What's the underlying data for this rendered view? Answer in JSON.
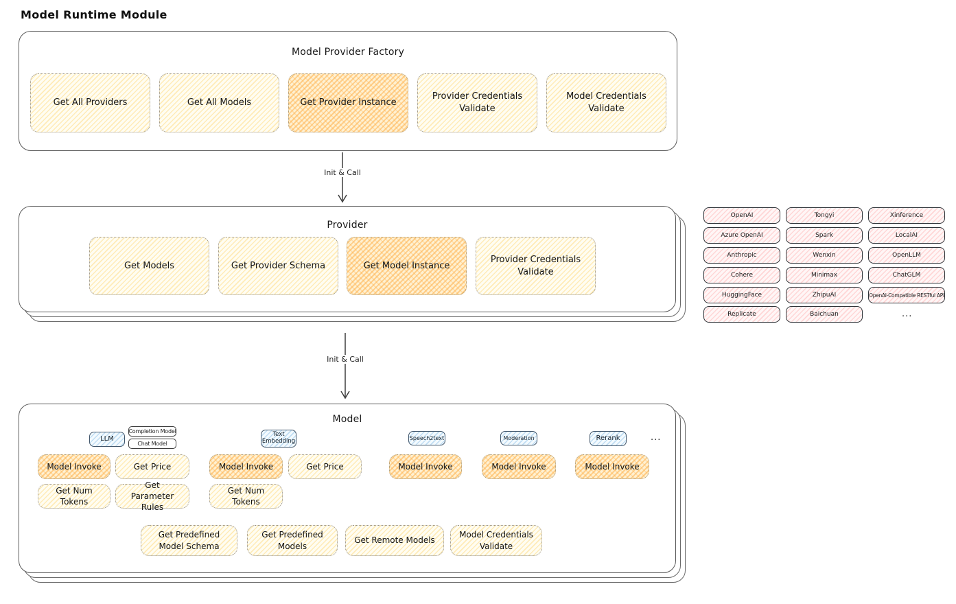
{
  "title": "Model Runtime Module",
  "factory": {
    "title": "Model Provider Factory",
    "buttons": [
      {
        "label": "Get All Providers",
        "highlighted": false
      },
      {
        "label": "Get All Models",
        "highlighted": false
      },
      {
        "label": "Get Provider Instance",
        "highlighted": true
      },
      {
        "label": "Provider Credentials Validate",
        "highlighted": false
      },
      {
        "label": "Model Credentials Validate",
        "highlighted": false
      }
    ]
  },
  "arrows": {
    "init_call_1": "Init & Call",
    "init_call_2": "Init & Call"
  },
  "provider": {
    "title": "Provider",
    "buttons": [
      {
        "label": "Get Models",
        "highlighted": false
      },
      {
        "label": "Get Provider Schema",
        "highlighted": false
      },
      {
        "label": "Get Model Instance",
        "highlighted": true
      },
      {
        "label": "Provider Credentials Validate",
        "highlighted": false
      }
    ]
  },
  "model": {
    "title": "Model",
    "types": [
      {
        "label": "LLM"
      },
      {
        "label": "Completion Model"
      },
      {
        "label": "Chat Model"
      },
      {
        "label": "Text Embedding"
      },
      {
        "label": "Speech2text"
      },
      {
        "label": "Moderation"
      },
      {
        "label": "Rerank"
      },
      {
        "label": "..."
      }
    ],
    "invoke_row": [
      {
        "label": "Model Invoke",
        "highlighted": true
      },
      {
        "label": "Get Price",
        "highlighted": false
      },
      {
        "label": "Model Invoke",
        "highlighted": true
      },
      {
        "label": "Get Price",
        "highlighted": false
      },
      {
        "label": "Model Invoke",
        "highlighted": true
      },
      {
        "label": "Model Invoke",
        "highlighted": true
      },
      {
        "label": "Model Invoke",
        "highlighted": true
      }
    ],
    "tokens_row": [
      {
        "label": "Get Num Tokens"
      },
      {
        "label": "Get Parameter Rules"
      },
      {
        "label": "Get Num Tokens"
      }
    ],
    "bottom_row": [
      {
        "label": "Get Predefined Model Schema"
      },
      {
        "label": "Get Predefined Models"
      },
      {
        "label": "Get Remote Models"
      },
      {
        "label": "Model Credentials Validate"
      }
    ]
  },
  "providers_list": {
    "items": [
      "OpenAI",
      "Tongyi",
      "Xinference",
      "Azure OpenAI",
      "Spark",
      "LocalAI",
      "Anthropic",
      "Wenxin",
      "OpenLLM",
      "Cohere",
      "Minimax",
      "ChatGLM",
      "HuggingFace",
      "ZhipuAI",
      "OpenAI-Compatible RESTful API",
      "Replicate",
      "Baichuan"
    ],
    "more": "..."
  },
  "colors": {
    "yellow_fill": "#fffdf2",
    "yellow_hatch": "#ffd879",
    "orange_fill": "#fff1d2",
    "orange_hatch": "#ffac40",
    "pink_fill": "#fff6f6",
    "pink_hatch": "#ff9a9a",
    "blue_fill": "#f3fafe",
    "blue_hatch": "#74b2e2"
  }
}
